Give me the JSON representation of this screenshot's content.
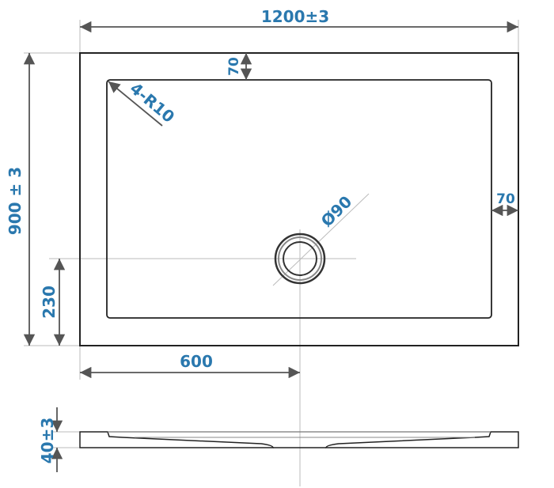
{
  "dimensions": {
    "width": "1200±3",
    "length": "900 ± 3",
    "drain_offset_y": "230",
    "drain_offset_x": "600",
    "rim_top": "70",
    "rim_right": "70",
    "corner_radius": "4-R10",
    "drain_diameter": "Ø90",
    "height": "40±3"
  },
  "colors": {
    "dimension_text": "#2a78ae",
    "lines": "#222222",
    "arrows": "#555555"
  }
}
